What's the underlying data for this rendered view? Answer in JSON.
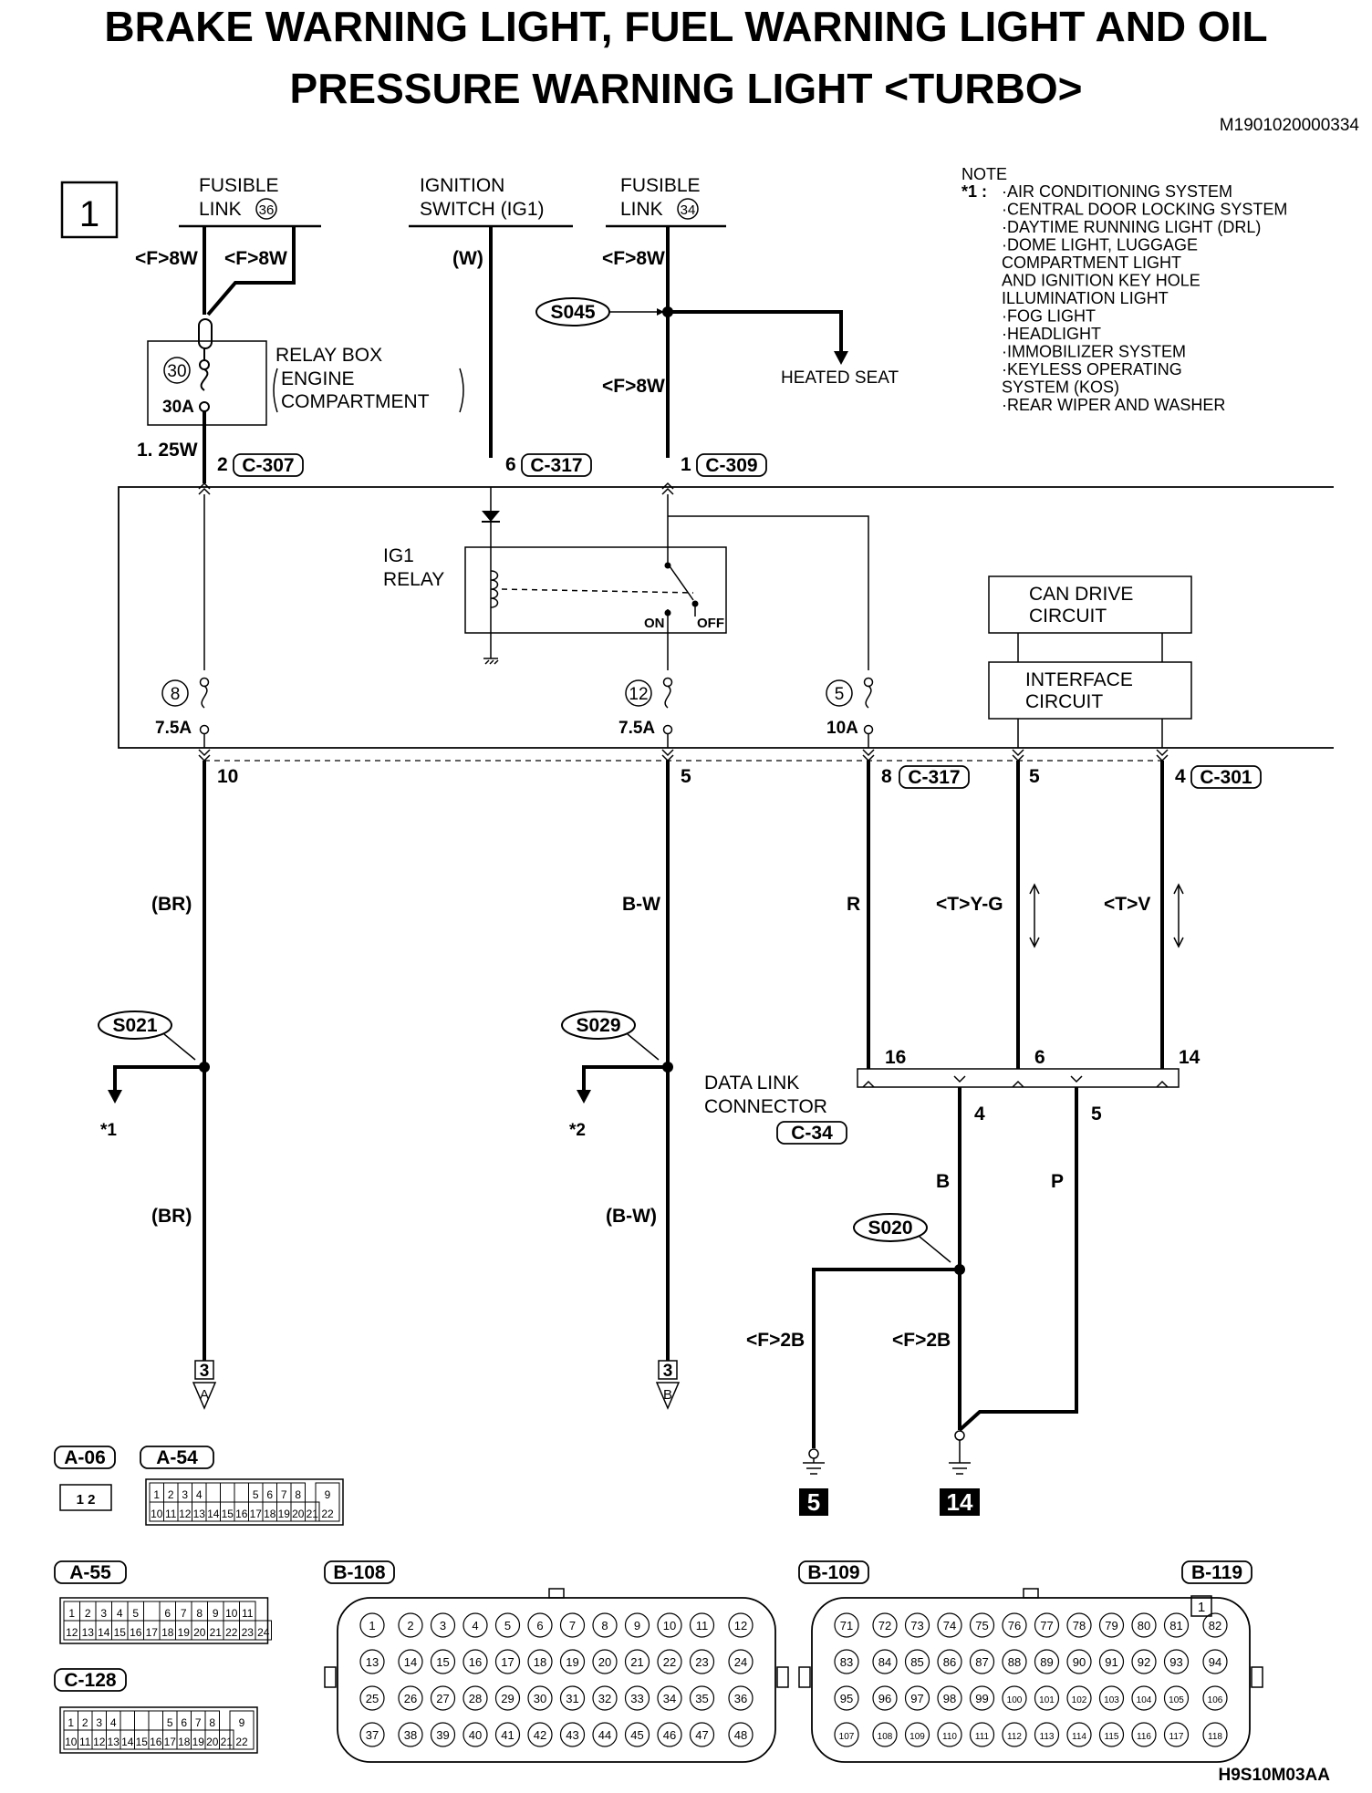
{
  "title_line1": "BRAKE WARNING LIGHT, FUEL WARNING LIGHT AND OIL",
  "title_line2": "PRESSURE WARNING LIGHT <TURBO>",
  "doc_id": "M1901020000334",
  "figure_id": "H9S10M03AA",
  "page_box": "1",
  "sources": {
    "fusible36_l1": "FUSIBLE",
    "fusible36_l2": "LINK",
    "fusible36_num": "36",
    "ignition_l1": "IGNITION",
    "ignition_l2": "SWITCH (IG1)",
    "fusible34_l1": "FUSIBLE",
    "fusible34_l2": "LINK",
    "fusible34_num": "34"
  },
  "wires": {
    "f8w_a": "<F>8W",
    "f8w_b": "<F>8W",
    "w": "(W)",
    "f8w_c": "<F>8W",
    "f8w_d": "<F>8W",
    "w125": "1. 25W",
    "br1": "(BR)",
    "bw1": "B-W",
    "r": "R",
    "tyg": "<T>Y-G",
    "tv": "<T>V",
    "br2": "(BR)",
    "bw2": "(B-W)",
    "b": "B",
    "p": "P",
    "f2b_a": "<F>2B",
    "f2b_b": "<F>2B"
  },
  "splices": {
    "s045": "S045",
    "s021": "S021",
    "s029": "S029",
    "s020": "S020"
  },
  "heated_seat": "HEATED SEAT",
  "relay_box": {
    "fuse_num": "30",
    "fuse_amp": "30A",
    "l1": "RELAY BOX",
    "l2": "ENGINE",
    "l3": "COMPARTMENT"
  },
  "connectors_top": {
    "c307_pin": "2",
    "c307": "C-307",
    "c317_pin": "6",
    "c317": "C-317",
    "c309_pin": "1",
    "c309": "C-309"
  },
  "ig1_relay": {
    "l1": "IG1",
    "l2": "RELAY",
    "on": "ON",
    "off": "OFF"
  },
  "can": {
    "drive_l1": "CAN DRIVE",
    "drive_l2": "CIRCUIT",
    "iface_l1": "INTERFACE",
    "iface_l2": "CIRCUIT"
  },
  "fuses": {
    "f8_num": "8",
    "f8_amp": "7.5A",
    "f12_num": "12",
    "f12_amp": "7.5A",
    "f5_num": "5",
    "f5_amp": "10A"
  },
  "connectors_bottom": {
    "p10": "10",
    "p5a": "5",
    "p8": "8",
    "c317": "C-317",
    "p5b": "5",
    "p4": "4",
    "c301": "C-301"
  },
  "dlc": {
    "l1": "DATA LINK",
    "l2": "CONNECTOR",
    "conn": "C-34",
    "p16": "16",
    "p6": "6",
    "p14": "14",
    "p4": "4",
    "p5": "5"
  },
  "notes_refs": {
    "n1": "*1",
    "n2": "*2"
  },
  "ground_refs": {
    "g5": "5",
    "g14": "14"
  },
  "offpage": {
    "a_num": "3",
    "a_letter": "A",
    "b_num": "3",
    "b_letter": "B"
  },
  "note": {
    "heading": "NOTE",
    "marker": "*1 :",
    "items": [
      "·AIR CONDITIONING SYSTEM",
      "·CENTRAL DOOR LOCKING SYSTEM",
      "·DAYTIME RUNNING LIGHT (DRL)",
      "·DOME LIGHT, LUGGAGE",
      " COMPARTMENT LIGHT",
      " AND IGNITION KEY HOLE",
      " ILLUMINATION LIGHT",
      "·FOG LIGHT",
      "·HEADLIGHT",
      "·IMMOBILIZER SYSTEM",
      "·KEYLESS OPERATING",
      " SYSTEM (KOS)",
      "·REAR WIPER AND WASHER"
    ]
  },
  "connector_views": {
    "a06": "A-06",
    "a06_pins": "1 2",
    "a54": "A-54",
    "a55": "A-55",
    "c128": "C-128",
    "b108": "B-108",
    "b109": "B-109",
    "b119": "B-119",
    "b119_pin": "1"
  }
}
